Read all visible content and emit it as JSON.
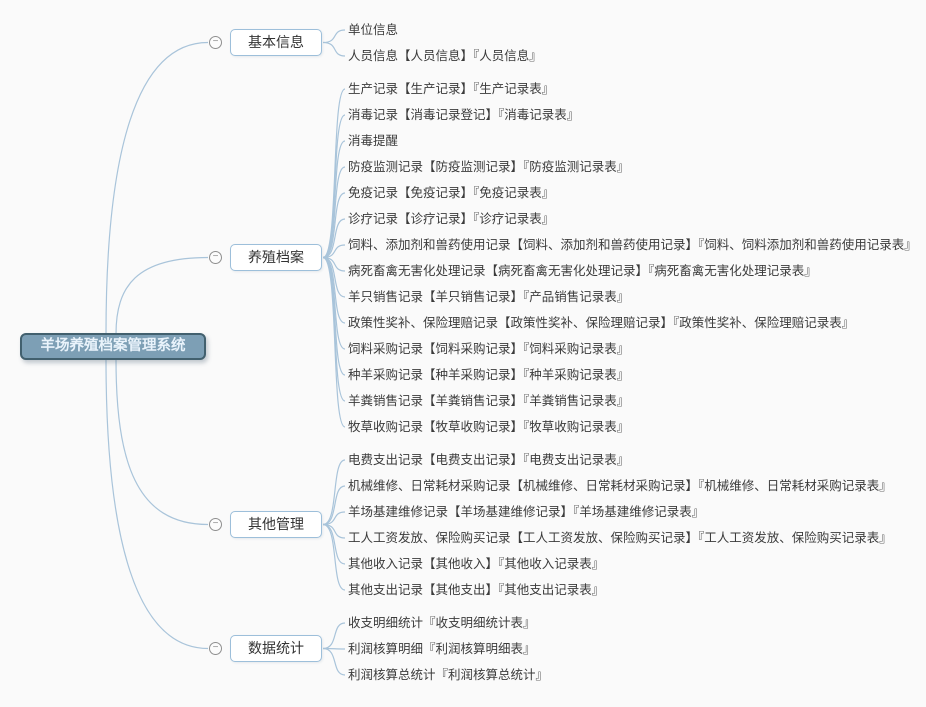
{
  "root": {
    "label": "羊场养殖档案管理系统"
  },
  "icons": {
    "collapse_glyph": "−"
  },
  "colors": {
    "bg": "#fafafa",
    "connector": "#a9c4da",
    "leaf_text": "#3b3b3b",
    "root_fill": "#7d9fb5",
    "root_border": "#42606e",
    "root_text": "#e9f3fb",
    "branch_border": "#9dbfda",
    "branch_fill": "#ffffff",
    "branch_text": "#333333",
    "collapse_border": "#8f8f8f"
  },
  "branches": [
    {
      "label": "基本信息",
      "children": [
        "单位信息",
        "人员信息【人员信息】『人员信息』"
      ]
    },
    {
      "label": "养殖档案",
      "children": [
        "生产记录【生产记录】『生产记录表』",
        "消毒记录【消毒记录登记】『消毒记录表』",
        "消毒提醒",
        "防疫监测记录【防疫监测记录】『防疫监测记录表』",
        "免疫记录【免疫记录】『免疫记录表』",
        "诊疗记录【诊疗记录】『诊疗记录表』",
        "饲料、添加剂和兽药使用记录【饲料、添加剂和兽药使用记录】『饲料、饲料添加剂和兽药使用记录表』",
        "病死畜禽无害化处理记录【病死畜禽无害化处理记录】『病死畜禽无害化处理记录表』",
        "羊只销售记录【羊只销售记录】『产品销售记录表』",
        "政策性奖补、保险理赔记录【政策性奖补、保险理赔记录】『政策性奖补、保险理赔记录表』",
        "饲料采购记录【饲料采购记录】『饲料采购记录表』",
        "种羊采购记录【种羊采购记录】『种羊采购记录表』",
        "羊粪销售记录【羊粪销售记录】『羊粪销售记录表』",
        "牧草收购记录【牧草收购记录】『牧草收购记录表』"
      ]
    },
    {
      "label": "其他管理",
      "children": [
        "电费支出记录【电费支出记录】『电费支出记录表』",
        "机械维修、日常耗材采购记录【机械维修、日常耗材采购记录】『机械维修、日常耗材采购记录表』",
        "羊场基建维修记录【羊场基建维修记录】『羊场基建维修记录表』",
        "工人工资发放、保险购买记录【工人工资发放、保险购买记录】『工人工资发放、保险购买记录表』",
        "其他收入记录【其他收入】『其他收入记录表』",
        "其他支出记录【其他支出】『其他支出记录表』"
      ]
    },
    {
      "label": "数据统计",
      "children": [
        "收支明细统计『收支明细统计表』",
        "利润核算明细『利润核算明细表』",
        "利润核算总统计『利润核算总统计』"
      ]
    }
  ]
}
